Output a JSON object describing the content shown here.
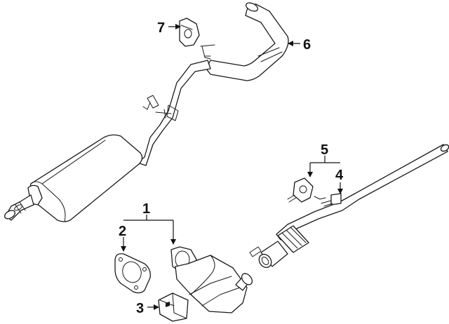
{
  "callouts": [
    {
      "number": "1",
      "part": "catalytic-converter"
    },
    {
      "number": "2",
      "part": "converter-gasket"
    },
    {
      "number": "3",
      "part": "converter-bracket"
    },
    {
      "number": "4",
      "part": "pipe-bracket"
    },
    {
      "number": "5",
      "part": "hanger-bracket-assembly"
    },
    {
      "number": "6",
      "part": "tailpipe"
    },
    {
      "number": "7",
      "part": "rubber-hanger"
    }
  ],
  "colors": {
    "line": "#1a1a1a",
    "background": "#ffffff"
  }
}
